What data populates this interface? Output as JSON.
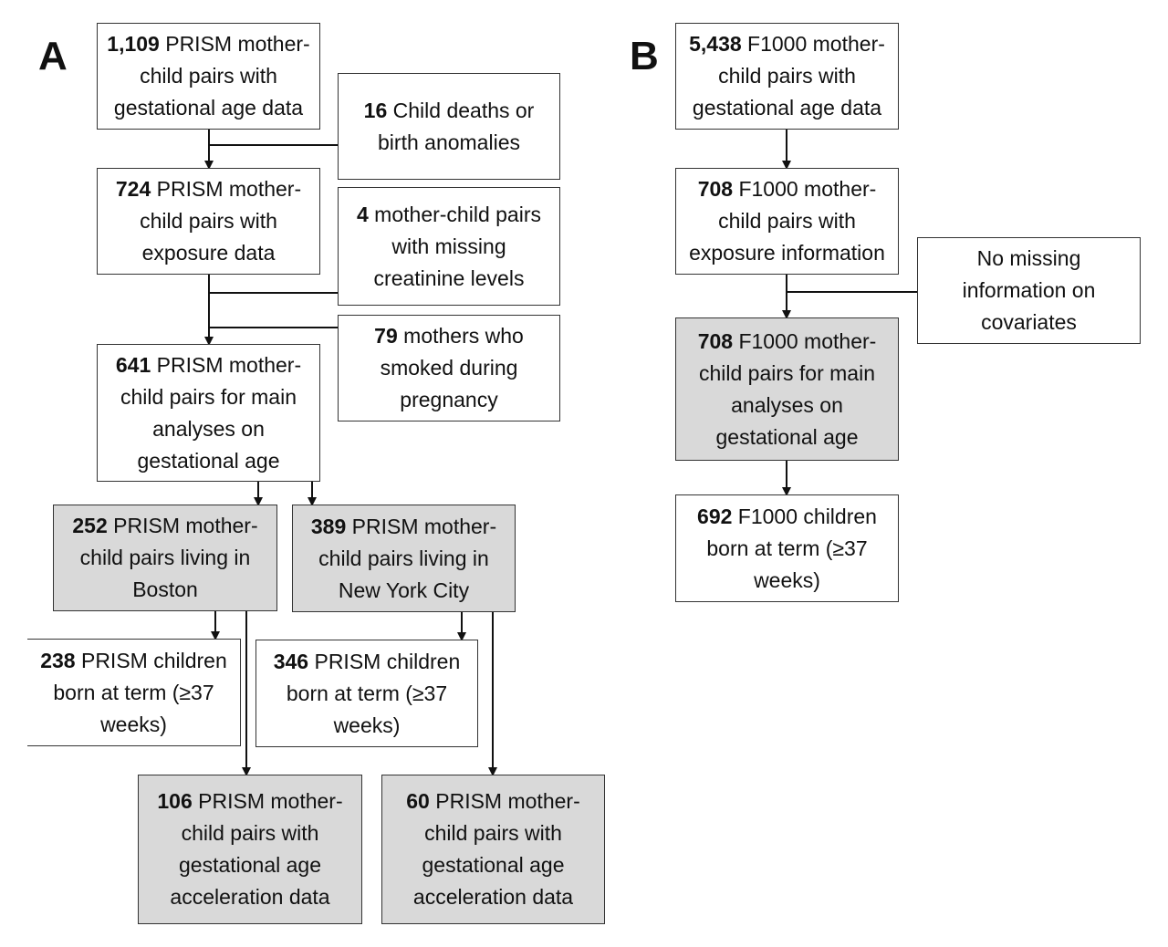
{
  "panels": [
    {
      "label": "A"
    },
    {
      "label": "B"
    }
  ],
  "boxes": {
    "a1": {
      "num": "1,109",
      "text": " PRISM mother-child pairs with gestational age data"
    },
    "a_ex1": {
      "num": "16",
      "text": " Child deaths or birth anomalies"
    },
    "a2": {
      "num": "724",
      "text": " PRISM mother-child pairs with exposure data"
    },
    "a_ex2": {
      "num": "4",
      "text": " mother-child pairs with missing creatinine levels"
    },
    "a_ex3": {
      "num": "79",
      "text": " mothers who smoked during pregnancy"
    },
    "a3": {
      "num": "641",
      "text": " PRISM mother-child pairs for main analyses on gestational age"
    },
    "a4": {
      "num": "252",
      "text": " PRISM mother-child pairs living in Boston"
    },
    "a5": {
      "num": "389",
      "text": " PRISM mother-child pairs living in New York City"
    },
    "a6": {
      "num": "238",
      "text": " PRISM children born at term (≥37 weeks)"
    },
    "a7": {
      "num": "346",
      "text": " PRISM children born at term (≥37 weeks)"
    },
    "a8": {
      "num": "106",
      "text": " PRISM mother-child pairs with gestational age acceleration data"
    },
    "a9": {
      "num": "60",
      "text": " PRISM mother-child pairs with gestational age acceleration data"
    },
    "b1": {
      "num": "5,438",
      "text": " F1000 mother-child pairs with gestational age data"
    },
    "b2": {
      "num": "708",
      "text": " F1000 mother-child pairs with exposure information"
    },
    "b_ex1": {
      "num": "",
      "text": "No missing information on covariates"
    },
    "b3": {
      "num": "708",
      "text": " F1000 mother-child pairs for main analyses on gestational age"
    },
    "b4": {
      "num": "692",
      "text": " F1000 children born at term (≥37 weeks)"
    }
  }
}
